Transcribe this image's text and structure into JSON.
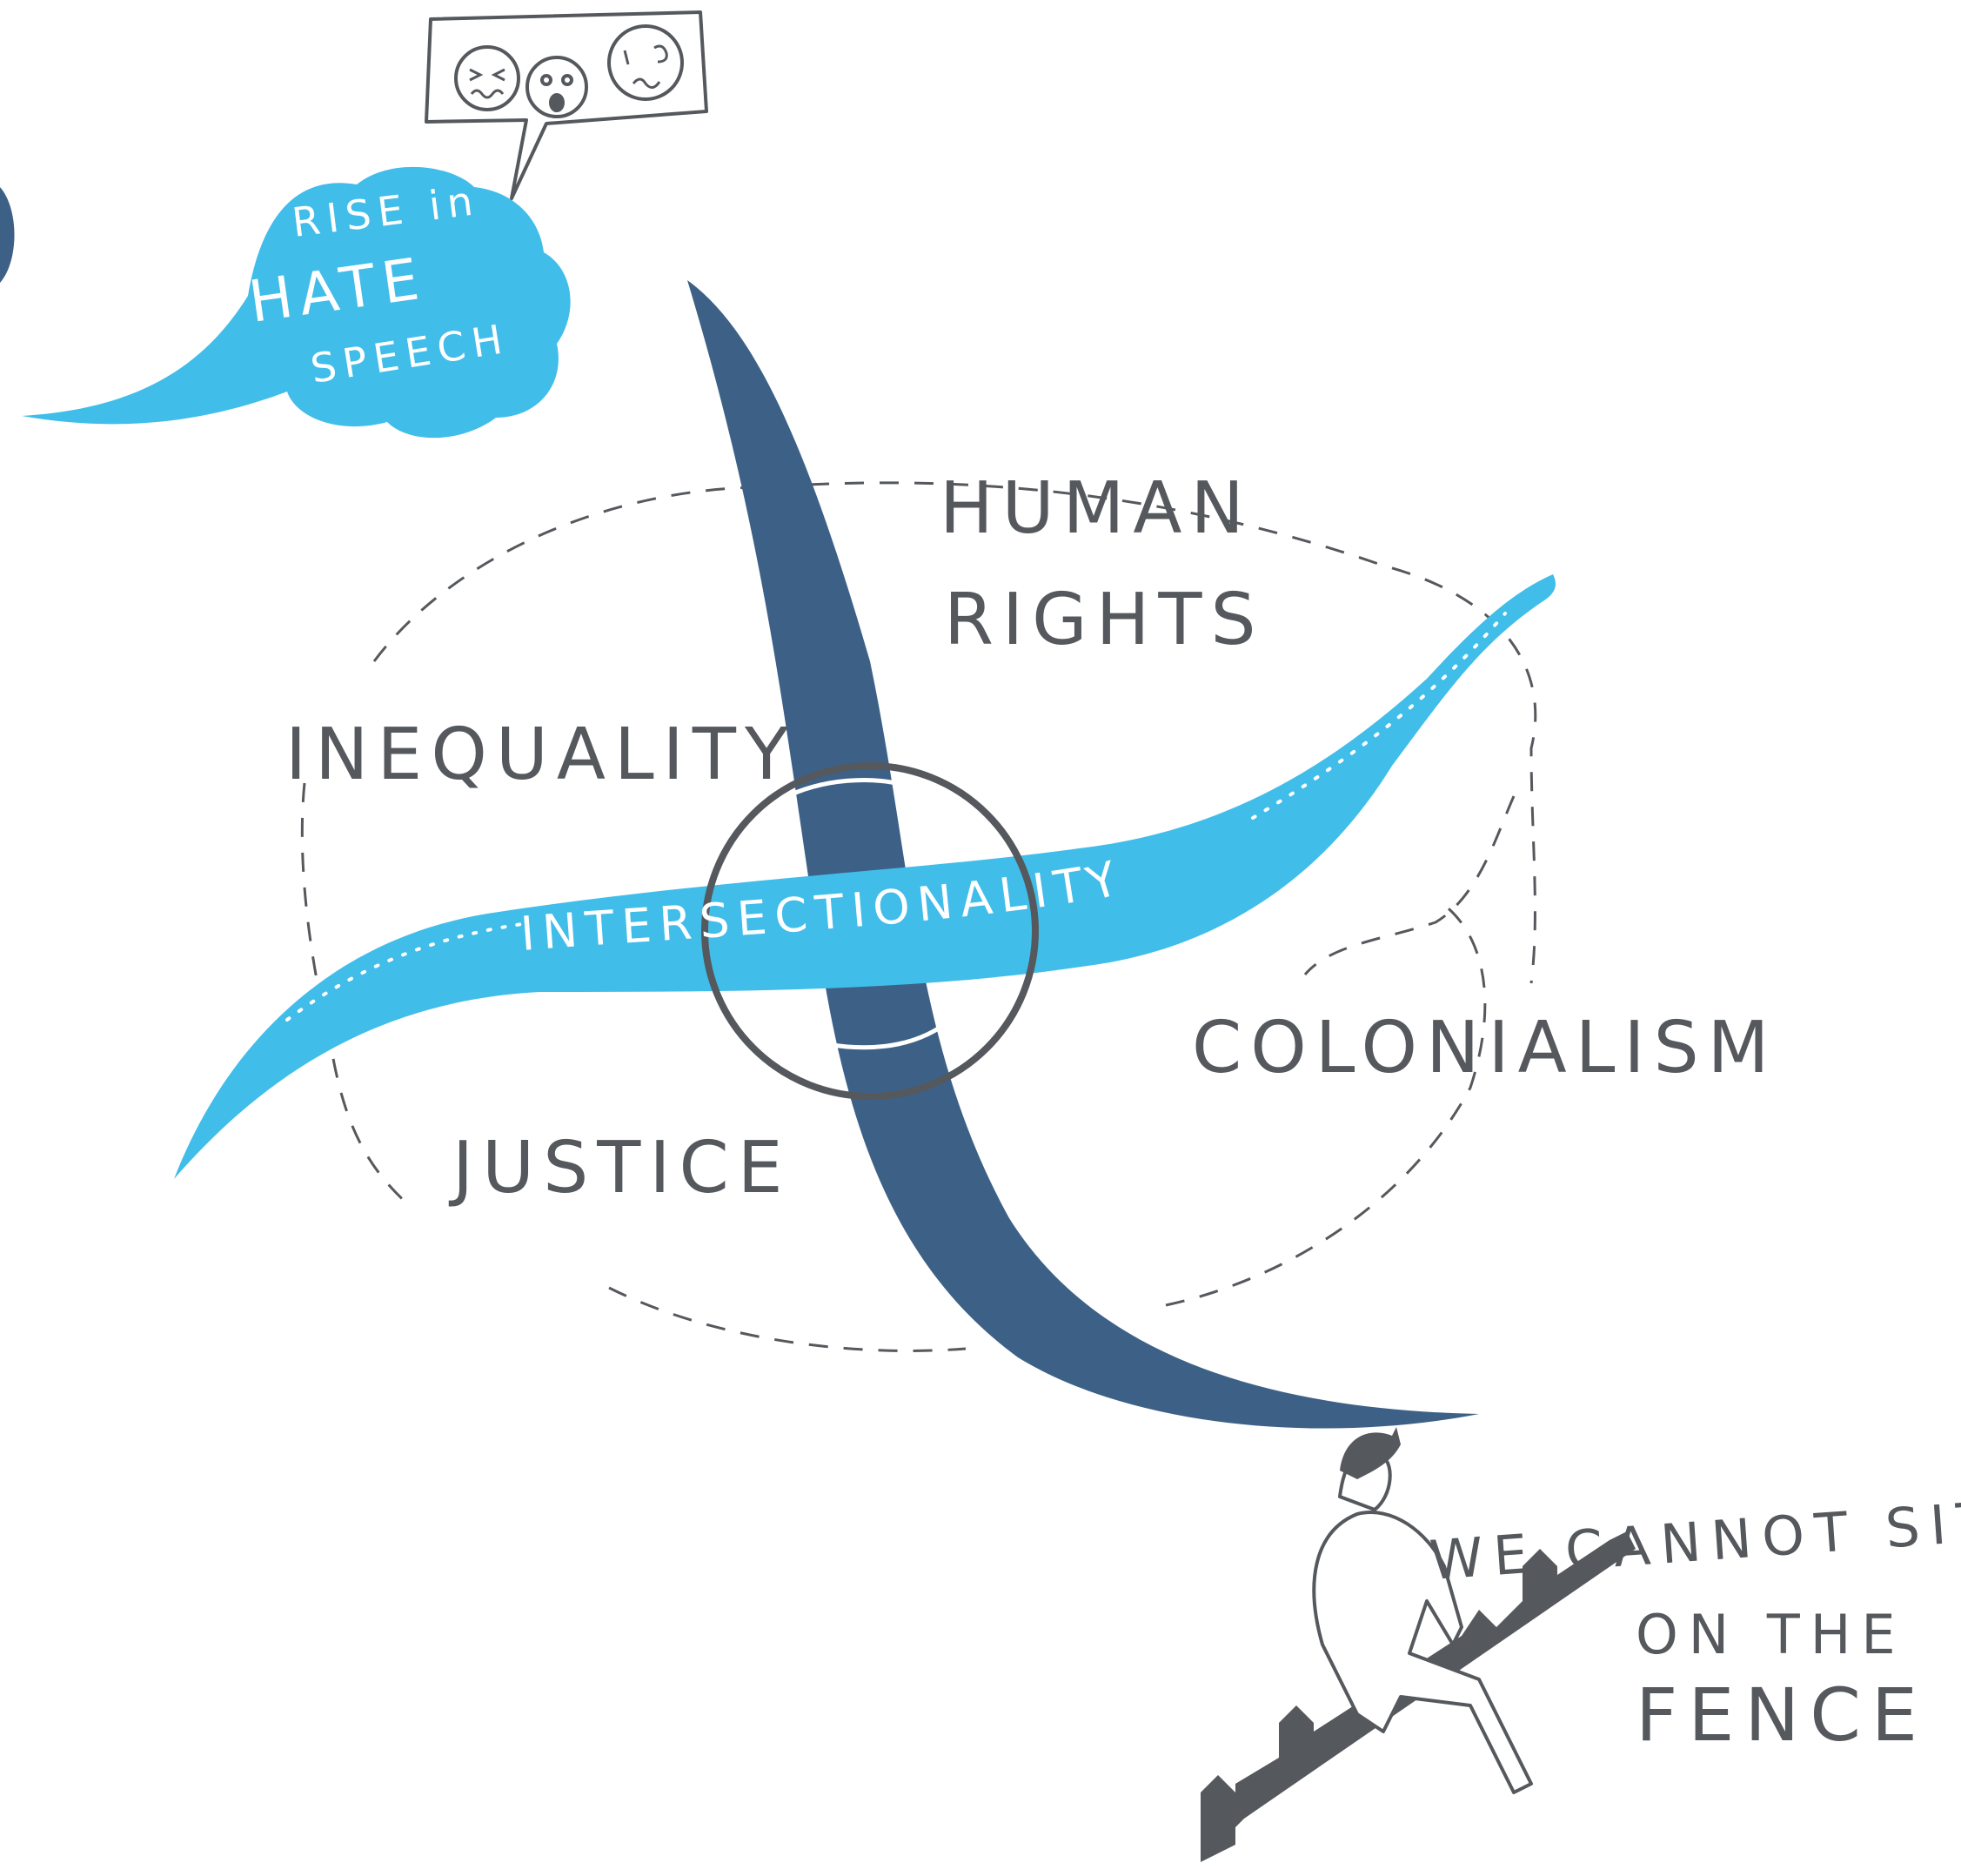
{
  "speech_bubble": {
    "line1": "RISE in",
    "line2": "HATE",
    "line3": "SPEECH"
  },
  "diagram": {
    "center_banner": "INTERSECTIONALITY",
    "labels": {
      "human_rights_line1": "HUMAN",
      "human_rights_line2": "RIGHTS",
      "inequality": "INEQUALITY",
      "colonialism": "COLONIALISM",
      "justice": "JUSTICE"
    }
  },
  "fence_caption": {
    "line1": "WE CANNOT SIT",
    "line2": "ON THE",
    "line3": "FENCE"
  },
  "colors": {
    "light_blue": "#41bde9",
    "dark_blue": "#3d6186",
    "ink_gray": "#55585c"
  }
}
